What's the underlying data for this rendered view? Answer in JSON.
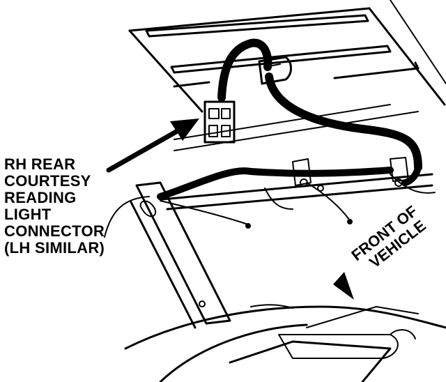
{
  "callout": {
    "lines": [
      "RH REAR",
      "COURTESY",
      "READING",
      "LIGHT",
      "CONNECTOR",
      "(LH SIMILAR)"
    ]
  },
  "direction": {
    "lines": [
      "FRONT OF",
      "VEHICLE"
    ]
  }
}
